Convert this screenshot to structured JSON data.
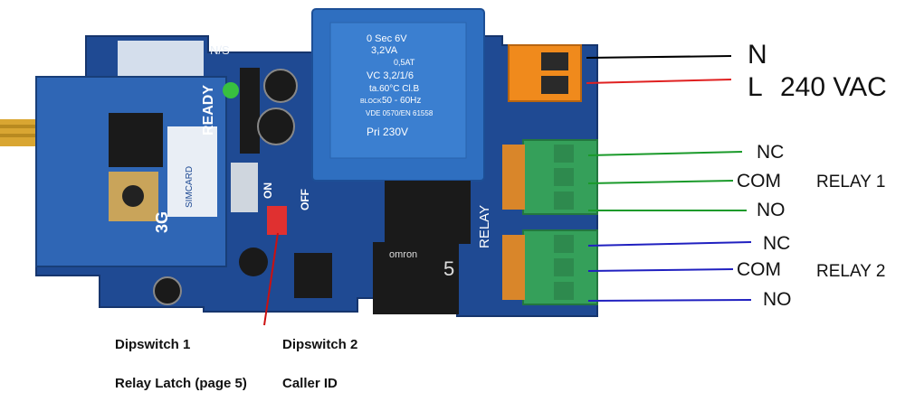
{
  "power": {
    "neutral": "N",
    "live": "L",
    "voltage": "240 VAC"
  },
  "transformer": {
    "line1": "0 Sec 6V",
    "line2": "3,2VA",
    "line3": "0,5AT",
    "line4": "VC 3,2/1/6",
    "line5": "ta.60°C Cl.B",
    "line6": "50 - 60Hz",
    "line7": "VDE 0570/EN 61558",
    "line8": "Pri   230V",
    "brand": "BLOCK"
  },
  "board": {
    "ready": "READY",
    "module": "3G",
    "simcard": "SIMCARD",
    "on": "ON",
    "off": "OFF",
    "relay": "RELAY",
    "ns": "N/S",
    "relay_brand": "omron",
    "relay_num": "5"
  },
  "relay1": {
    "nc": "NC",
    "com": "COM",
    "no": "NO",
    "title": "RELAY 1"
  },
  "relay2": {
    "nc": "NC",
    "com": "COM",
    "no": "NO",
    "title": "RELAY 2"
  },
  "notes": {
    "dip1": "Dipswitch 1",
    "dip1_desc": "Relay Latch (page 5)",
    "dip2": "Dipswitch 2",
    "dip2_desc": "Caller ID"
  },
  "colors": {
    "board": "#1f4a93",
    "transformer": "#2f6fc0",
    "terminal_power": "#f08a1c",
    "terminal_relay": "#35a05a",
    "wire_neutral": "#000000",
    "wire_live": "#e02020",
    "wire_relay1": "#1a9a2a",
    "wire_relay2": "#2020c0",
    "pointer": "#cc1010"
  }
}
